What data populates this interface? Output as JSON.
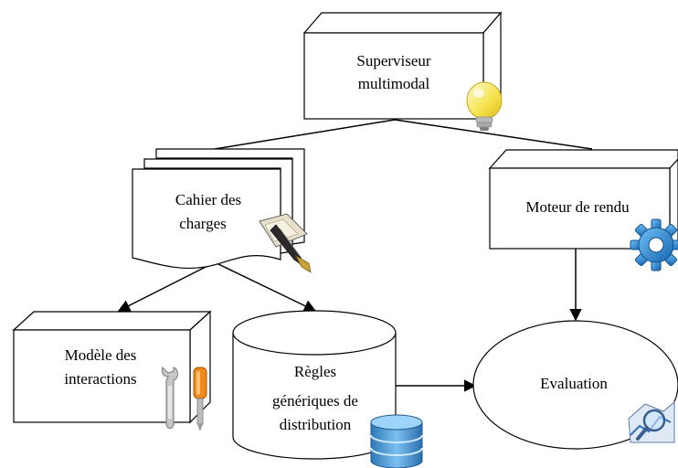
{
  "nodes": {
    "supervisor": {
      "line1": "Superviseur",
      "line2": "multimodal",
      "icon": "lightbulb-icon"
    },
    "spec": {
      "line1": "Cahier des",
      "line2": "charges",
      "icon": "fountain-pen-icon"
    },
    "renderer": {
      "line1": "Moteur de rendu",
      "icon": "gear-icon"
    },
    "interaction_model": {
      "line1": "Modèle des",
      "line2": "interactions",
      "icon": "tools-icon"
    },
    "rules": {
      "line1": "Règles",
      "line2": "génériques de",
      "line3": "distribution",
      "icon": "database-icon"
    },
    "evaluation": {
      "line1": "Evaluation",
      "icon": "magnifier-chart-icon"
    }
  },
  "colors": {
    "stroke": "#000000",
    "fill": "#ffffff",
    "gear": "#1e88d8",
    "db": "#3a8fd0",
    "bulb": "#f5e24a"
  }
}
